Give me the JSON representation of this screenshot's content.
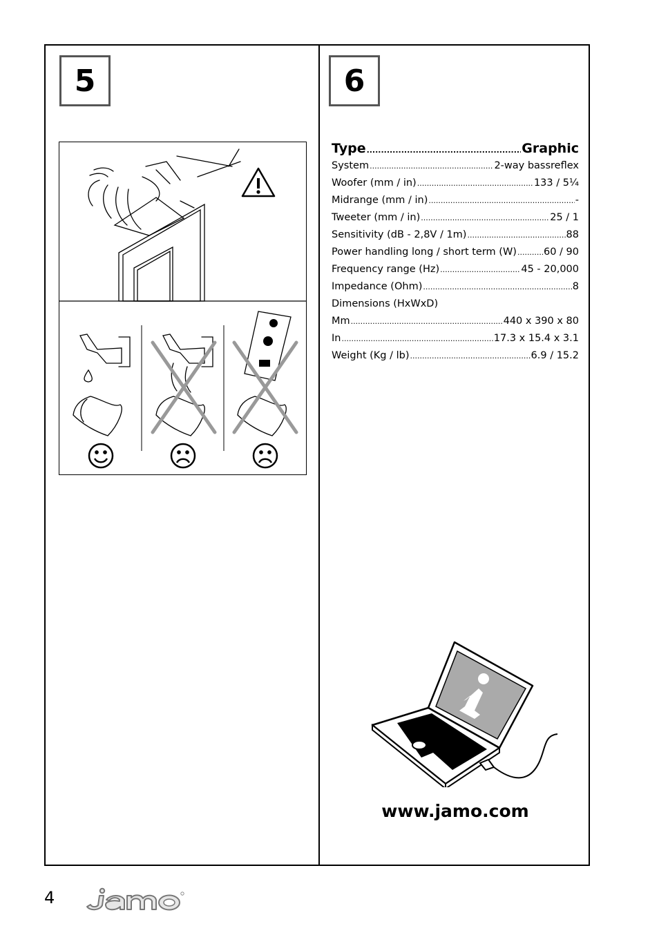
{
  "steps": {
    "left": "5",
    "right": "6"
  },
  "specs": {
    "type_label": "Type",
    "type_value": "Graphic",
    "rows": [
      {
        "label": "System",
        "value": "2-way bassreflex"
      },
      {
        "label": "Woofer (mm / in)",
        "value": "133 / 5¼"
      },
      {
        "label": "Midrange (mm / in)",
        "value": "-"
      },
      {
        "label": "Tweeter (mm / in)",
        "value": "25 / 1"
      },
      {
        "label": "Sensitivity (dB - 2,8V / 1m)",
        "value": "88"
      },
      {
        "label": "Power handling long / short term (W)",
        "value": "60 / 90"
      },
      {
        "label": "Frequency range (Hz)",
        "value": "45 - 20,000"
      },
      {
        "label": "Impedance (Ohm)",
        "value": "8"
      },
      {
        "label": "Dimensions (HxWxD)",
        "value": ""
      },
      {
        "label": "Mm",
        "value": "440 x 390 x 80"
      },
      {
        "label": "In",
        "value": "17.3 x 15.4 x 3.1"
      },
      {
        "label": "Weight (Kg / lb)",
        "value": "6.9 / 15.2"
      }
    ]
  },
  "website": "www.jamo.com",
  "page_number": "4",
  "brand": "jamo",
  "icons": [
    "warning-icon",
    "smiley-happy-icon",
    "smiley-sad-icon",
    "info-icon",
    "laptop-icon"
  ]
}
